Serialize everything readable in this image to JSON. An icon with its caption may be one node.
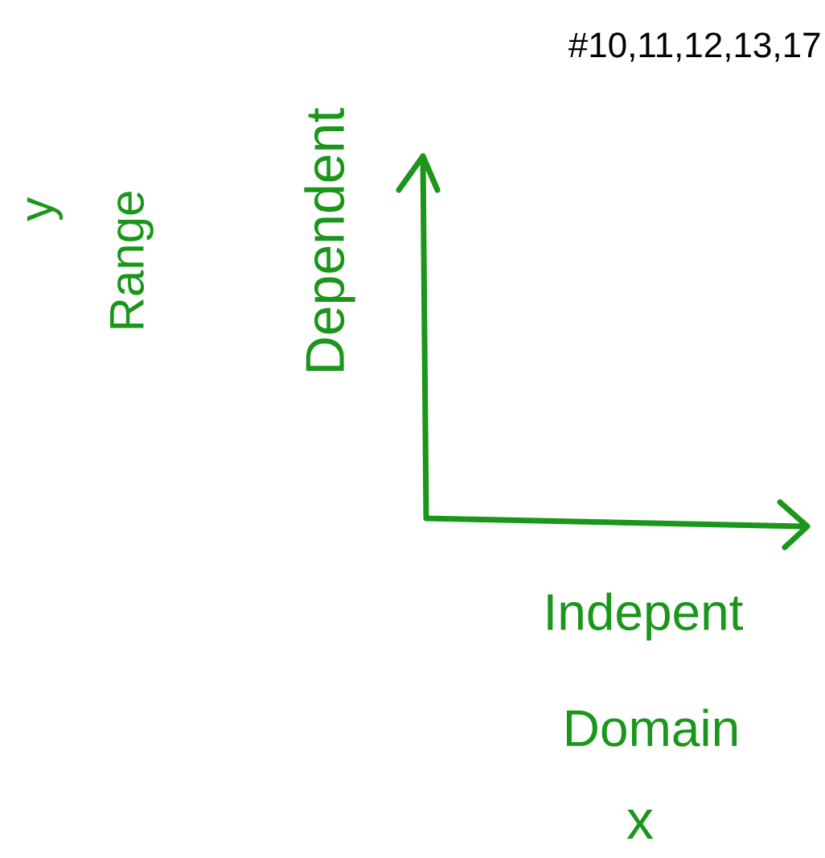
{
  "diagram": {
    "title": "#10,11,12,13,17",
    "labels": [
      "y",
      "Range",
      "Dependent",
      "Indepent",
      "Domain",
      "x"
    ]
  }
}
